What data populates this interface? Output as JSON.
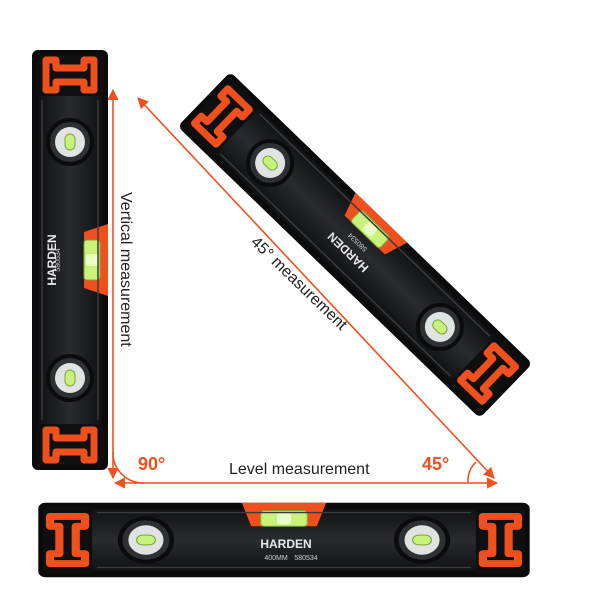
{
  "brand": "HARDEN",
  "model_size": "400MM",
  "model_code": "580534",
  "labels": {
    "vertical": "Vertical measurement",
    "diagonal": "45° measurement",
    "level": "Level measurement",
    "angle_left": "90°",
    "angle_right": "45°"
  },
  "colors": {
    "accent": "#F0501E",
    "body": "#1e1f21",
    "bubble": "#c8f27a",
    "arrow": "#F0501E"
  }
}
